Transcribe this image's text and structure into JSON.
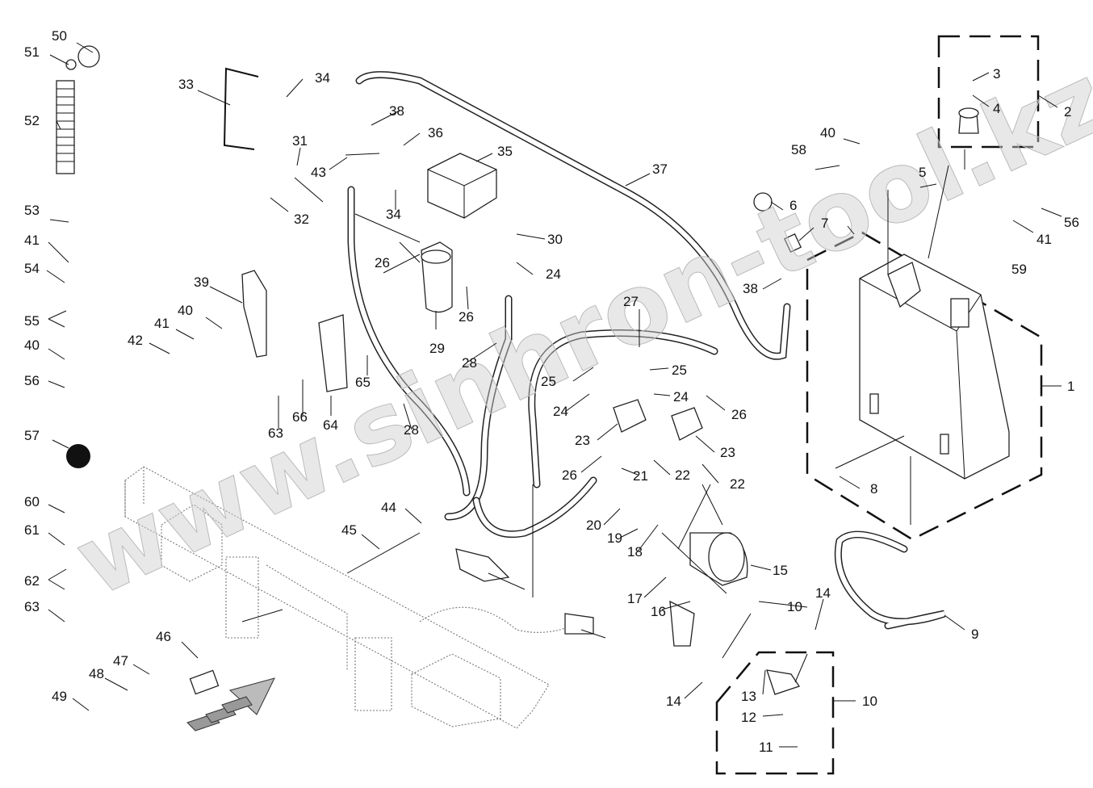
{
  "diagram": {
    "type": "exploded-parts-diagram",
    "watermark": "www.sinhron-tool.kz",
    "callouts": [
      {
        "id": "c1",
        "label": "1"
      },
      {
        "id": "c2",
        "label": "2"
      },
      {
        "id": "c3",
        "label": "3"
      },
      {
        "id": "c4",
        "label": "4"
      },
      {
        "id": "c5",
        "label": "5"
      },
      {
        "id": "c6",
        "label": "6"
      },
      {
        "id": "c7",
        "label": "7"
      },
      {
        "id": "c8",
        "label": "8"
      },
      {
        "id": "c9",
        "label": "9"
      },
      {
        "id": "c10a",
        "label": "10"
      },
      {
        "id": "c10b",
        "label": "10"
      },
      {
        "id": "c11",
        "label": "11"
      },
      {
        "id": "c12",
        "label": "12"
      },
      {
        "id": "c13",
        "label": "13"
      },
      {
        "id": "c14a",
        "label": "14"
      },
      {
        "id": "c14b",
        "label": "14"
      },
      {
        "id": "c15",
        "label": "15"
      },
      {
        "id": "c16",
        "label": "16"
      },
      {
        "id": "c17",
        "label": "17"
      },
      {
        "id": "c18",
        "label": "18"
      },
      {
        "id": "c19",
        "label": "19"
      },
      {
        "id": "c20",
        "label": "20"
      },
      {
        "id": "c21",
        "label": "21"
      },
      {
        "id": "c22a",
        "label": "22"
      },
      {
        "id": "c22b",
        "label": "22"
      },
      {
        "id": "c23a",
        "label": "23"
      },
      {
        "id": "c23b",
        "label": "23"
      },
      {
        "id": "c24a",
        "label": "24"
      },
      {
        "id": "c24b",
        "label": "24"
      },
      {
        "id": "c24c",
        "label": "24"
      },
      {
        "id": "c25a",
        "label": "25"
      },
      {
        "id": "c25b",
        "label": "25"
      },
      {
        "id": "c26a",
        "label": "26"
      },
      {
        "id": "c26b",
        "label": "26"
      },
      {
        "id": "c26c",
        "label": "26"
      },
      {
        "id": "c26d",
        "label": "26"
      },
      {
        "id": "c27",
        "label": "27"
      },
      {
        "id": "c28a",
        "label": "28"
      },
      {
        "id": "c28b",
        "label": "28"
      },
      {
        "id": "c29",
        "label": "29"
      },
      {
        "id": "c30",
        "label": "30"
      },
      {
        "id": "c31",
        "label": "31"
      },
      {
        "id": "c32",
        "label": "32"
      },
      {
        "id": "c33",
        "label": "33"
      },
      {
        "id": "c34a",
        "label": "34"
      },
      {
        "id": "c34b",
        "label": "34"
      },
      {
        "id": "c35",
        "label": "35"
      },
      {
        "id": "c36",
        "label": "36"
      },
      {
        "id": "c37",
        "label": "37"
      },
      {
        "id": "c38a",
        "label": "38"
      },
      {
        "id": "c38b",
        "label": "38"
      },
      {
        "id": "c39",
        "label": "39"
      },
      {
        "id": "c40a",
        "label": "40"
      },
      {
        "id": "c40b",
        "label": "40"
      },
      {
        "id": "c40c",
        "label": "40"
      },
      {
        "id": "c41a",
        "label": "41"
      },
      {
        "id": "c41b",
        "label": "41"
      },
      {
        "id": "c41c",
        "label": "41"
      },
      {
        "id": "c42",
        "label": "42"
      },
      {
        "id": "c43",
        "label": "43"
      },
      {
        "id": "c44",
        "label": "44"
      },
      {
        "id": "c45",
        "label": "45"
      },
      {
        "id": "c46",
        "label": "46"
      },
      {
        "id": "c47",
        "label": "47"
      },
      {
        "id": "c48",
        "label": "48"
      },
      {
        "id": "c49",
        "label": "49"
      },
      {
        "id": "c50",
        "label": "50"
      },
      {
        "id": "c51",
        "label": "51"
      },
      {
        "id": "c52",
        "label": "52"
      },
      {
        "id": "c53",
        "label": "53"
      },
      {
        "id": "c54",
        "label": "54"
      },
      {
        "id": "c55",
        "label": "55"
      },
      {
        "id": "c56a",
        "label": "56"
      },
      {
        "id": "c56b",
        "label": "56"
      },
      {
        "id": "c57",
        "label": "57"
      },
      {
        "id": "c58",
        "label": "58"
      },
      {
        "id": "c59",
        "label": "59"
      },
      {
        "id": "c60",
        "label": "60"
      },
      {
        "id": "c61",
        "label": "61"
      },
      {
        "id": "c62",
        "label": "62"
      },
      {
        "id": "c63a",
        "label": "63"
      },
      {
        "id": "c63b",
        "label": "63"
      },
      {
        "id": "c64",
        "label": "64"
      },
      {
        "id": "c65",
        "label": "65"
      },
      {
        "id": "c66",
        "label": "66"
      }
    ]
  }
}
